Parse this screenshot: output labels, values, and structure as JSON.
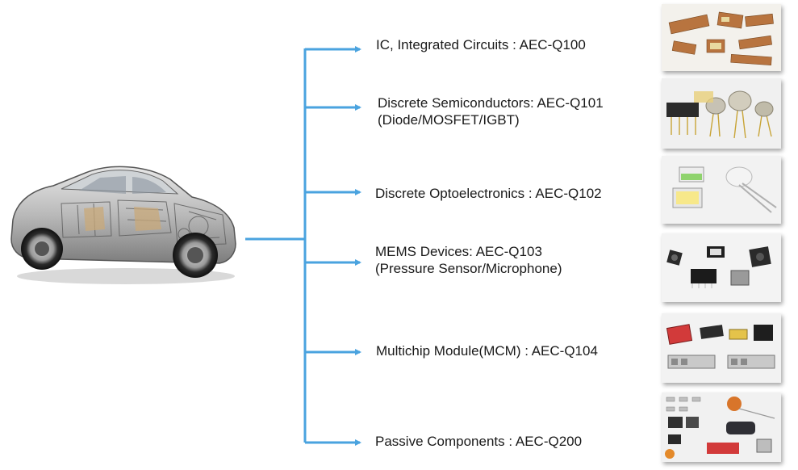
{
  "branches": [
    {
      "lines": [
        "IC, Integrated Circuits : AEC-Q100"
      ],
      "icon": "ic-chips-icon"
    },
    {
      "lines": [
        "Discrete Semiconductors: AEC-Q101",
        "(Diode/MOSFET/IGBT)"
      ],
      "icon": "discrete-semiconductors-icon"
    },
    {
      "lines": [
        "Discrete Optoelectronics : AEC-Q102"
      ],
      "icon": "led-icon"
    },
    {
      "lines": [
        "MEMS Devices: AEC-Q103",
        "(Pressure Sensor/Microphone)"
      ],
      "icon": "mems-sensor-icon"
    },
    {
      "lines": [
        "Multichip Module(MCM) : AEC-Q104"
      ],
      "icon": "multichip-module-icon"
    },
    {
      "lines": [
        "Passive Components : AEC-Q200"
      ],
      "icon": "passive-components-icon"
    }
  ],
  "colors": {
    "connector": "#4aa3df",
    "text": "#1a1a1a"
  },
  "car_icon": "car-cutaway-icon"
}
